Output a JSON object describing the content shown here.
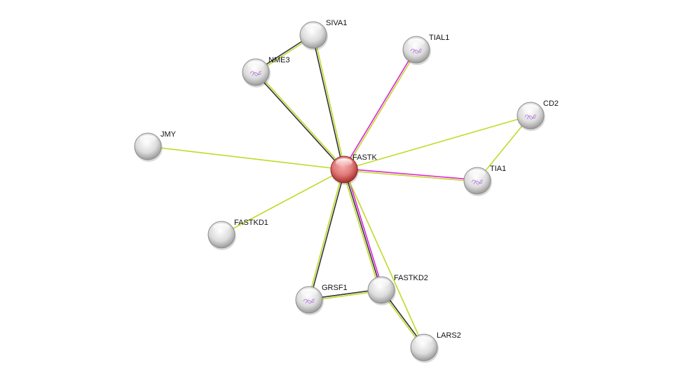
{
  "network": {
    "nodes": [
      {
        "id": "FASTK",
        "label": "FASTK",
        "query": true
      },
      {
        "id": "SIVA1",
        "label": "SIVA1"
      },
      {
        "id": "NME3",
        "label": "NME3",
        "structure": true
      },
      {
        "id": "TIAL1",
        "label": "TIAL1",
        "structure": true
      },
      {
        "id": "CD2",
        "label": "CD2",
        "structure": true
      },
      {
        "id": "JMY",
        "label": "JMY"
      },
      {
        "id": "TIA1",
        "label": "TIA1",
        "structure": true
      },
      {
        "id": "FASTKD1",
        "label": "FASTKD1"
      },
      {
        "id": "GRSF1",
        "label": "GRSF1",
        "structure": true
      },
      {
        "id": "FASTKD2",
        "label": "FASTKD2"
      },
      {
        "id": "LARS2",
        "label": "LARS2"
      }
    ],
    "edges": [
      {
        "a": "FASTK",
        "b": "SIVA1",
        "evidence": [
          "coexpression",
          "textmining"
        ]
      },
      {
        "a": "FASTK",
        "b": "NME3",
        "evidence": [
          "coexpression",
          "textmining"
        ]
      },
      {
        "a": "NME3",
        "b": "SIVA1",
        "evidence": [
          "coexpression",
          "textmining"
        ]
      },
      {
        "a": "FASTK",
        "b": "TIAL1",
        "evidence": [
          "experiments",
          "textmining"
        ]
      },
      {
        "a": "FASTK",
        "b": "CD2",
        "evidence": [
          "textmining"
        ]
      },
      {
        "a": "CD2",
        "b": "TIA1",
        "evidence": [
          "textmining"
        ]
      },
      {
        "a": "FASTK",
        "b": "TIA1",
        "evidence": [
          "experiments",
          "textmining"
        ]
      },
      {
        "a": "FASTK",
        "b": "JMY",
        "evidence": [
          "textmining"
        ]
      },
      {
        "a": "FASTK",
        "b": "FASTKD1",
        "evidence": [
          "textmining"
        ]
      },
      {
        "a": "FASTK",
        "b": "GRSF1",
        "evidence": [
          "coexpression",
          "textmining"
        ]
      },
      {
        "a": "FASTK",
        "b": "FASTKD2",
        "evidence": [
          "experiments",
          "coexpression",
          "textmining"
        ]
      },
      {
        "a": "FASTK",
        "b": "LARS2",
        "evidence": [
          "textmining"
        ]
      },
      {
        "a": "GRSF1",
        "b": "FASTKD2",
        "evidence": [
          "coexpression",
          "textmining"
        ]
      },
      {
        "a": "FASTKD2",
        "b": "LARS2",
        "evidence": [
          "coexpression",
          "textmining"
        ]
      }
    ],
    "colors": {
      "experiments": "#e020e0",
      "coexpression": "#333333",
      "textmining": "#c0da28",
      "query_node": "#d9504f",
      "node": "#d8d8d8"
    }
  }
}
